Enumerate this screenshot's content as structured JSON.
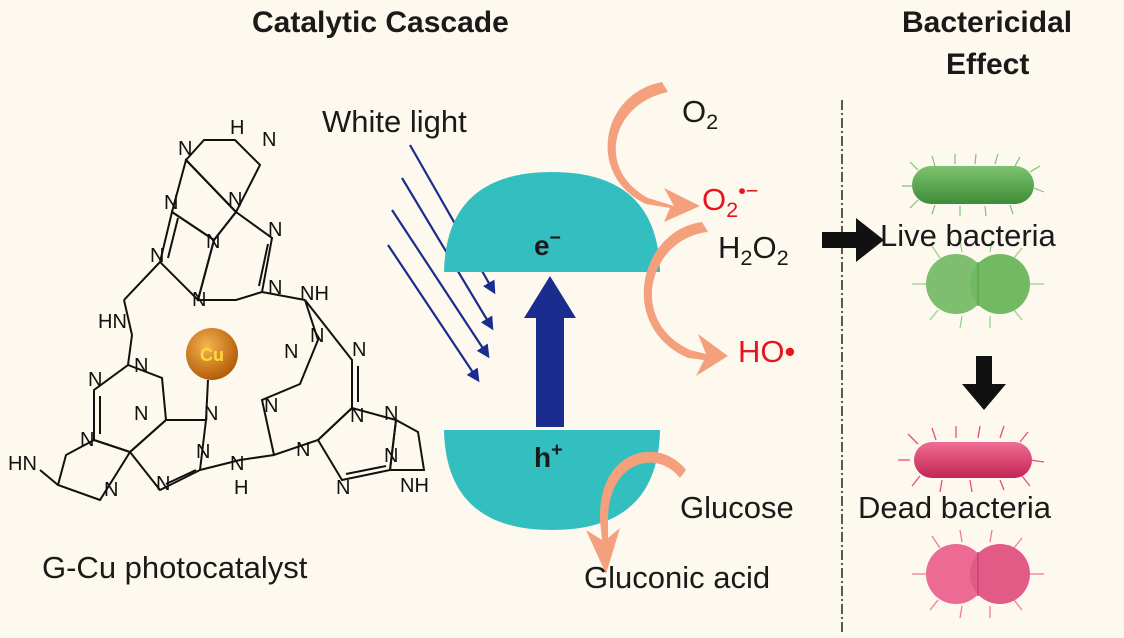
{
  "headings": {
    "cascade": "Catalytic Cascade",
    "effect_line1": "Bactericidal",
    "effect_line2": "Effect"
  },
  "light": {
    "label": "White light"
  },
  "catalyst": {
    "label": "G-Cu photocatalyst",
    "metal": "Cu",
    "atoms": {
      "N": "N",
      "HN": "HN",
      "NH": "NH",
      "H": "H"
    }
  },
  "bands": {
    "electron": "e",
    "electron_charge": "−",
    "hole": "h",
    "hole_charge": "+"
  },
  "species": {
    "o2": "O",
    "o2_sub": "2",
    "superoxide": "O",
    "superoxide_sub": "2",
    "superoxide_sup": "•−",
    "h2o2_h": "H",
    "h2o2_sub1": "2",
    "h2o2_o": "O",
    "h2o2_sub2": "2",
    "hydroxyl": "HO",
    "hydroxyl_dot": "•",
    "glucose": "Glucose",
    "gluconic": "Gluconic acid"
  },
  "bacteria": {
    "live": "Live bacteria",
    "dead": "Dead bacteria"
  },
  "colors": {
    "band": "#33bfc0",
    "arrow_blue": "#1a2d8e",
    "orange": "#f4a07c",
    "red": "#e8141c",
    "live_green": "#58a84f",
    "dead_pink": "#e23f73"
  }
}
